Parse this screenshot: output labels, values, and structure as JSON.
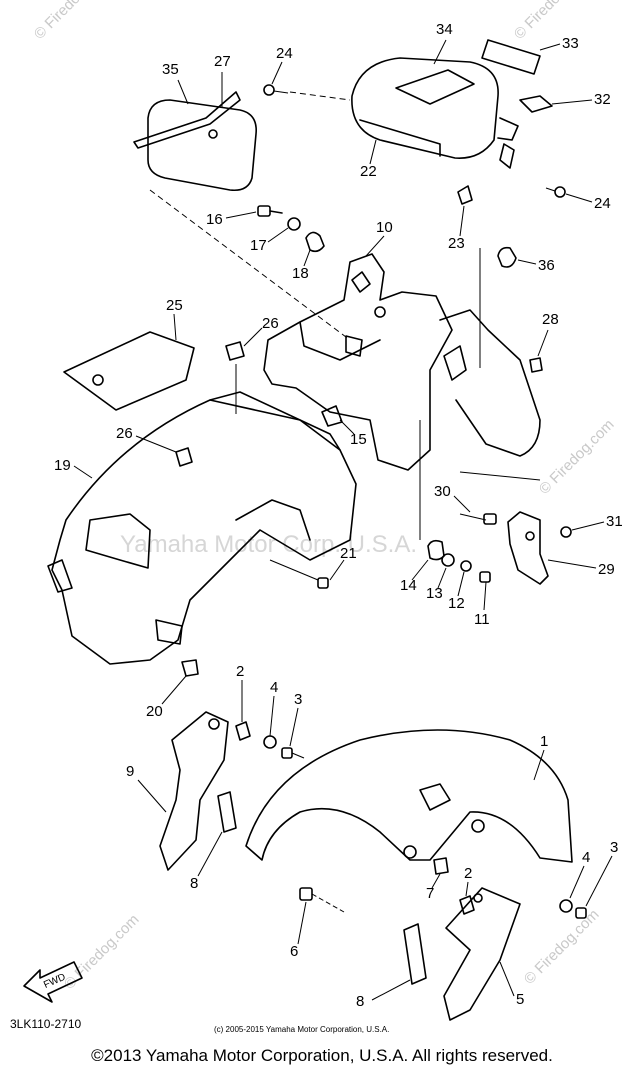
{
  "diagram": {
    "code": "3LK110-2710",
    "inner_copyright": "(c) 2005-2015 Yamaha Motor Corporation, U.S.A.",
    "watermark_center": "Yamaha Motor Corp. U.S.A.",
    "watermark_site": "© Firedog.com",
    "watermark_small": "© Firedog.com",
    "fwd_label": "FWD",
    "callouts": {
      "c1": "1",
      "c2a": "2",
      "c2b": "2",
      "c3a": "3",
      "c3b": "3",
      "c4a": "4",
      "c4b": "4",
      "c5": "5",
      "c6": "6",
      "c7": "7",
      "c8a": "8",
      "c8b": "8",
      "c9": "9",
      "c10": "10",
      "c11": "11",
      "c12": "12",
      "c13": "13",
      "c14": "14",
      "c15": "15",
      "c16": "16",
      "c17": "17",
      "c18": "18",
      "c19": "19",
      "c20": "20",
      "c21": "21",
      "c22": "22",
      "c23": "23",
      "c24a": "24",
      "c24b": "24",
      "c25": "25",
      "c26a": "26",
      "c26b": "26",
      "c27": "27",
      "c28": "28",
      "c29": "29",
      "c30": "30",
      "c31": "31",
      "c32": "32",
      "c33": "33",
      "c34": "34",
      "c35": "35",
      "c36": "36"
    }
  },
  "footer": {
    "copyright": "©2013 Yamaha Motor Corporation, U.S.A. All rights reserved."
  }
}
